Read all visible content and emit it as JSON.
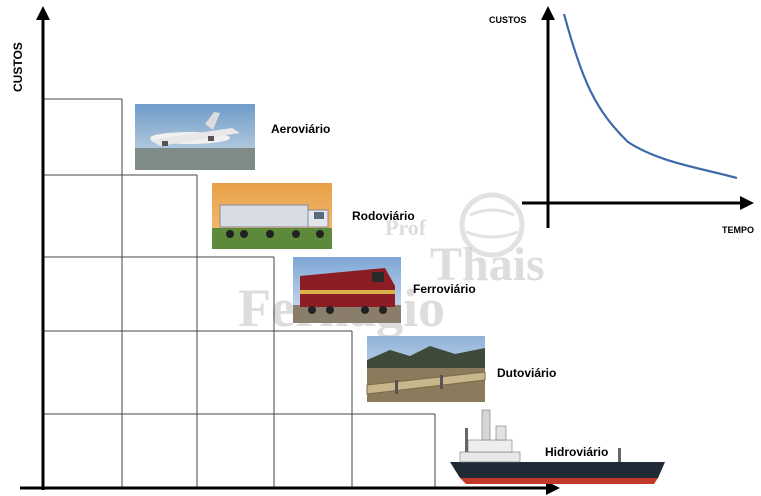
{
  "main_chart": {
    "y_axis_label": "CUSTOS",
    "modes": [
      {
        "label": "Aeroviário",
        "icon": "airplane-photo"
      },
      {
        "label": "Rodoviário",
        "icon": "truck-photo"
      },
      {
        "label": "Ferroviário",
        "icon": "train-photo"
      },
      {
        "label": "Dutoviário",
        "icon": "pipeline-photo"
      },
      {
        "label": "Hidroviário",
        "icon": "ship-photo"
      }
    ]
  },
  "inset_chart": {
    "y_axis_label": "CUSTOS",
    "x_axis_label": "TEMPO"
  },
  "watermark": {
    "line1": "Prof",
    "line2": "Thais",
    "line3": "Fernagio"
  },
  "colors": {
    "curve": "#3d6aa8",
    "sky": "#a9c4e0",
    "ship_hull": "#c0392b"
  }
}
